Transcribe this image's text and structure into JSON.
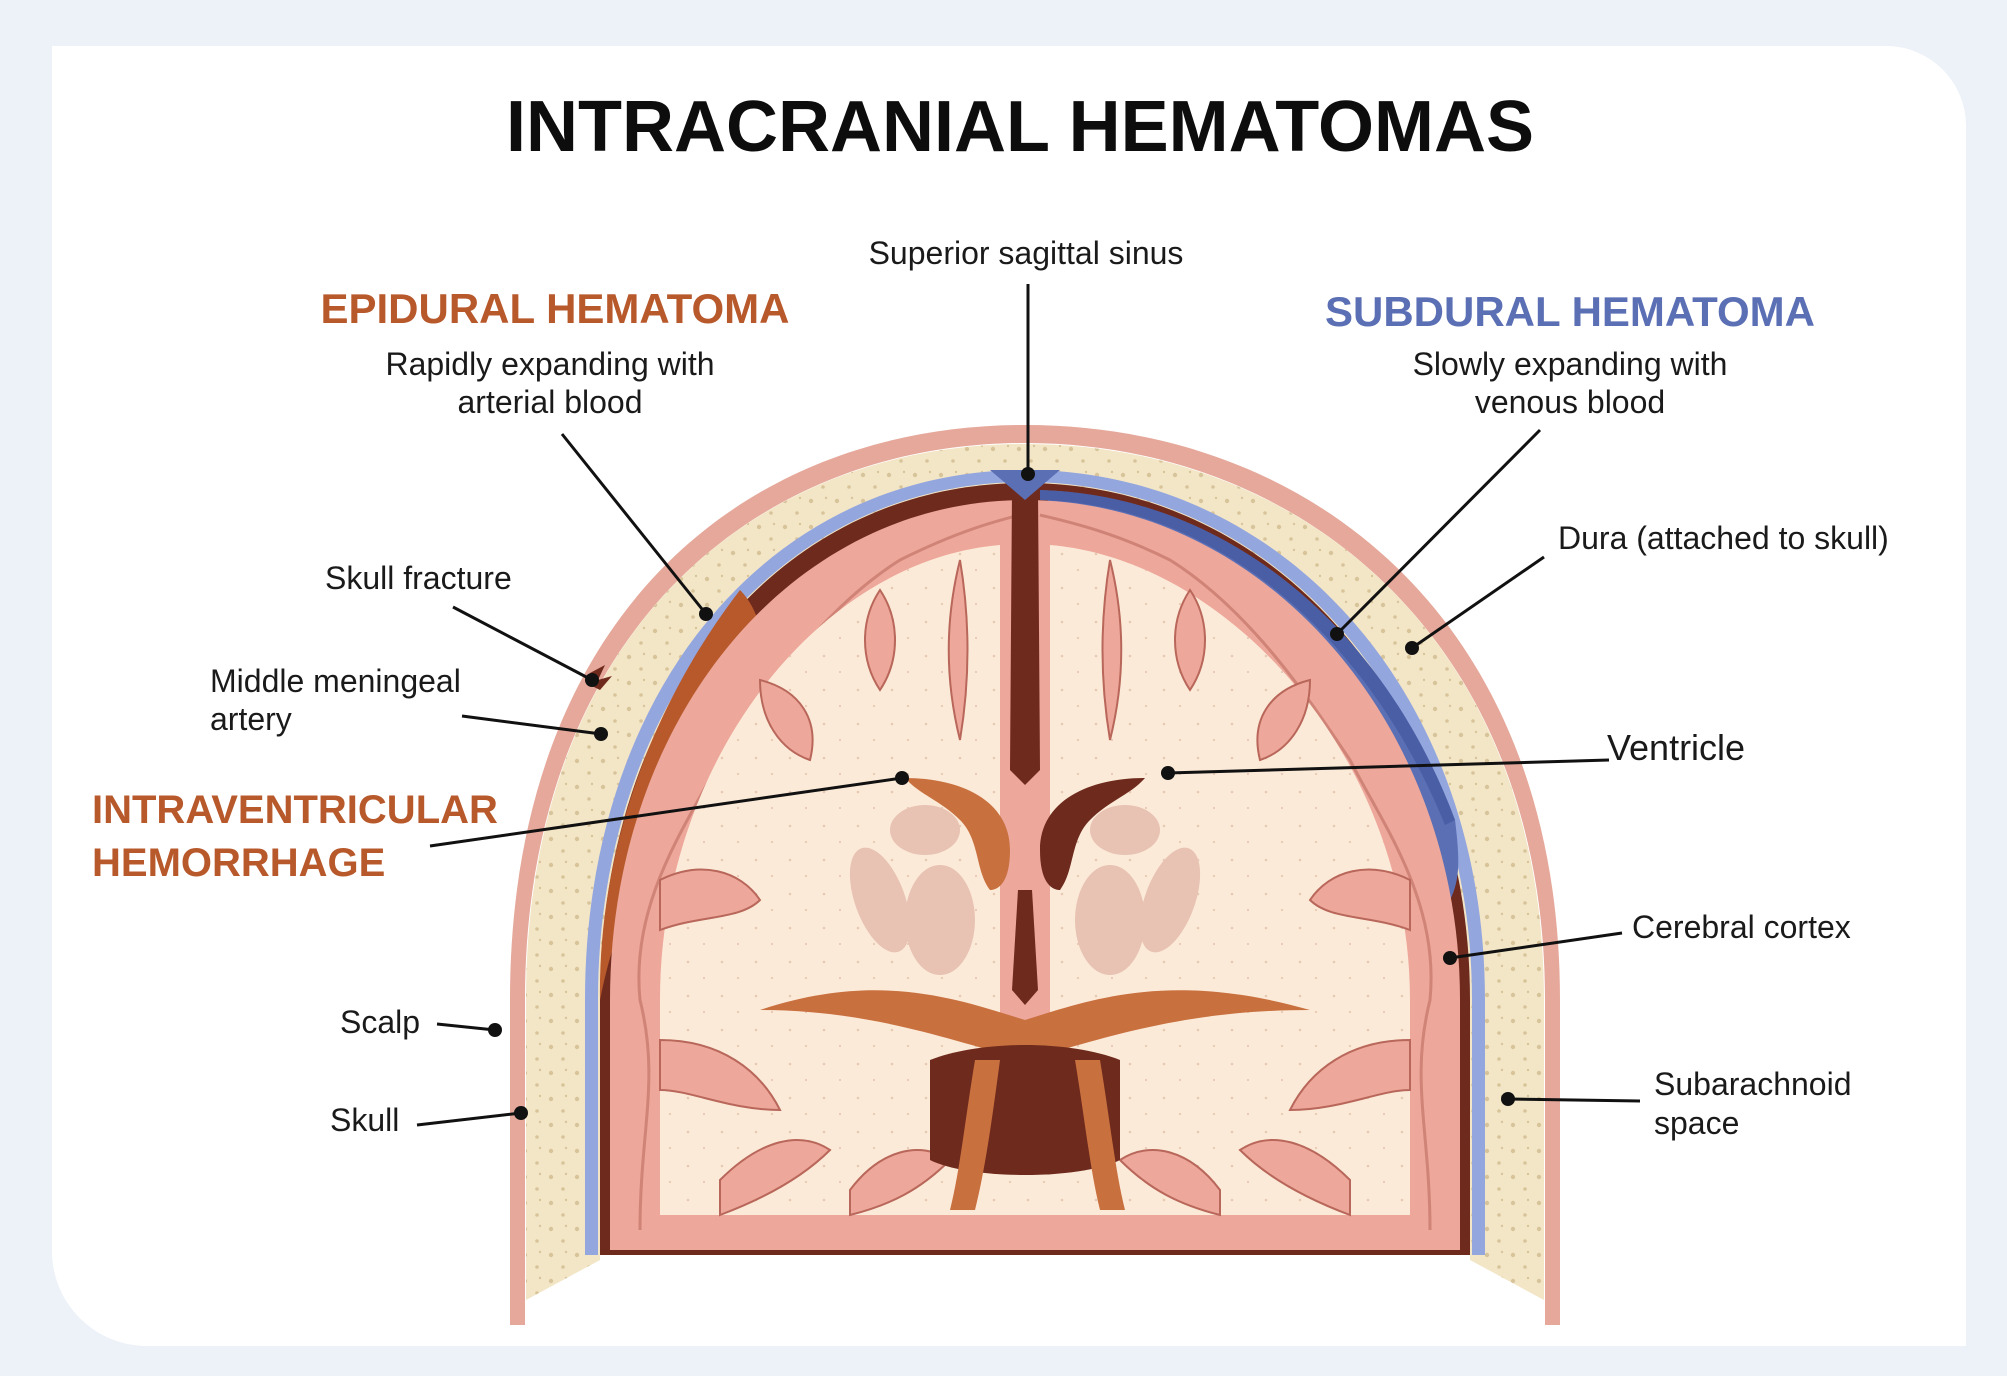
{
  "title": "INTRACRANIAL HEMATOMAS",
  "colors": {
    "epidural": "#b8592c",
    "subdural": "#5b6fb5",
    "intraventricular": "#b8592c",
    "scalp": "#e5a89a",
    "skull": "#f3e6c6",
    "dura": "#94a6de",
    "cortex": "#eda79b",
    "white_matter": "#fcead8",
    "blood_dark": "#6e2a1d"
  },
  "sections": {
    "epidural": {
      "heading": "EPIDURAL HEMATOMA",
      "desc_line1": "Rapidly expanding with",
      "desc_line2": "arterial blood"
    },
    "subdural": {
      "heading": "SUBDURAL HEMATOMA",
      "desc_line1": "Slowly expanding with",
      "desc_line2": "venous blood"
    },
    "intraventricular": {
      "line1": "INTRAVENTRICULAR",
      "line2": "HEMORRHAGE"
    }
  },
  "labels": {
    "superior_sagittal_sinus": "Superior sagittal sinus",
    "skull_fracture": "Skull fracture",
    "middle_meningeal_line1": "Middle meningeal",
    "middle_meningeal_line2": "artery",
    "dura": "Dura (attached to skull)",
    "ventricle": "Ventricle",
    "cerebral_cortex": "Cerebral cortex",
    "scalp": "Scalp",
    "skull": "Skull",
    "subarachnoid_line1": "Subarachnoid",
    "subarachnoid_line2": "space"
  }
}
